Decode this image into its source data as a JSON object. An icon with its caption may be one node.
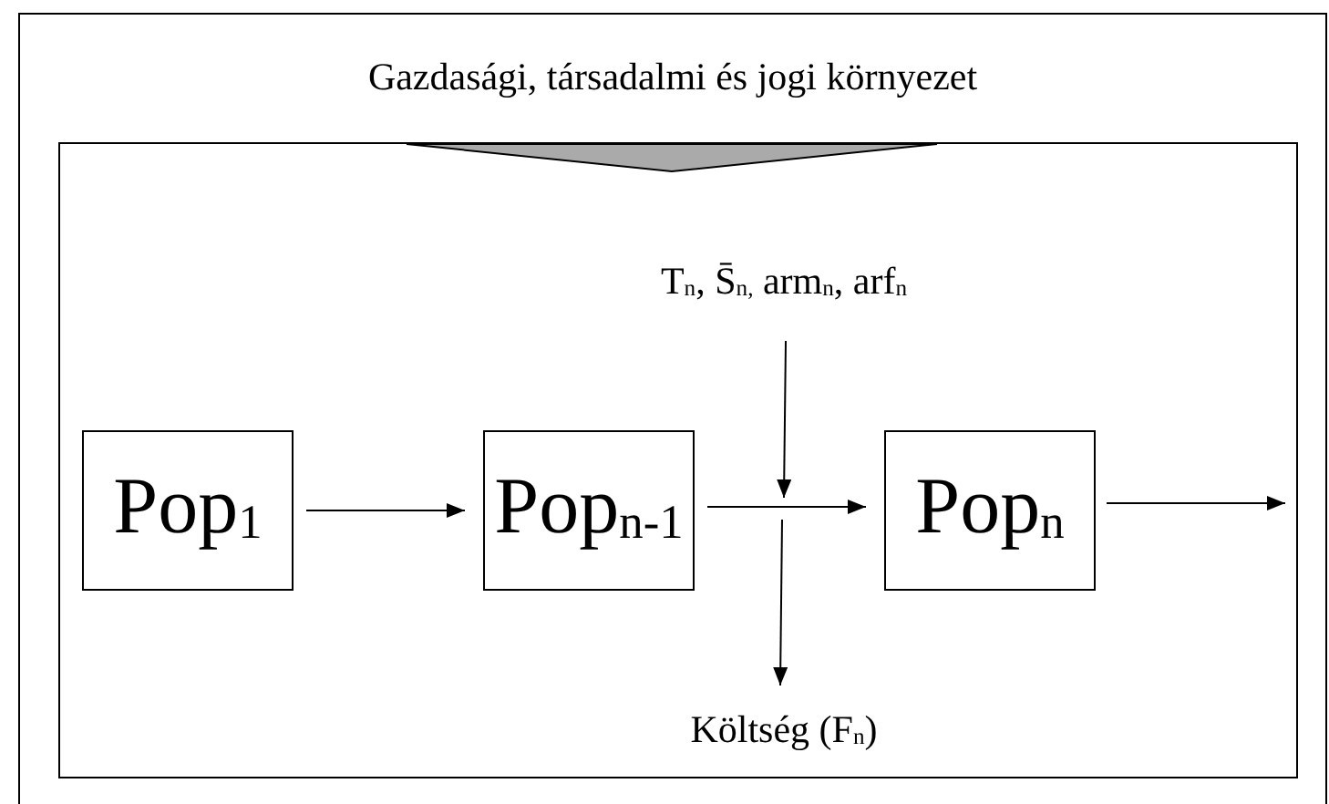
{
  "diagram": {
    "nodes": [
      {
        "text": [
          "Gazdasági, társadalmi és jogi környezet"
        ]
      },
      {
        "text": [],
        "shape": "triangle",
        "in": 2
      },
      {
        "text": [],
        "shape": "box",
        "in": 0
      },
      {
        "text": [
          "Pop$_{1}$"
        ],
        "in": 2
      },
      {
        "text": [
          "Pop$_{n-1}$"
        ],
        "in": 2
      },
      {
        "text": [
          "Pop$_{n}$"
        ],
        "in": 2
      },
      {
        "text": [
          "T$_{n}$, S̄$_{n,}$ arm$_{n}$, arf$_{n}$"
        ],
        "in": 2
      },
      {
        "text": [
          "Költség (F$_{n}$)"
        ],
        "in": 2
      }
    ],
    "edges": [
      {
        "from": 3,
        "to": 4,
        "arrow": "to"
      },
      {
        "from": 4,
        "to": 5,
        "arrow": "to"
      },
      {
        "from": 5,
        "to": null,
        "arrow": "to"
      },
      {
        "from": 6,
        "to": null,
        "arrow": "to"
      },
      {
        "from": null,
        "to": 7,
        "arrow": "to"
      }
    ]
  }
}
